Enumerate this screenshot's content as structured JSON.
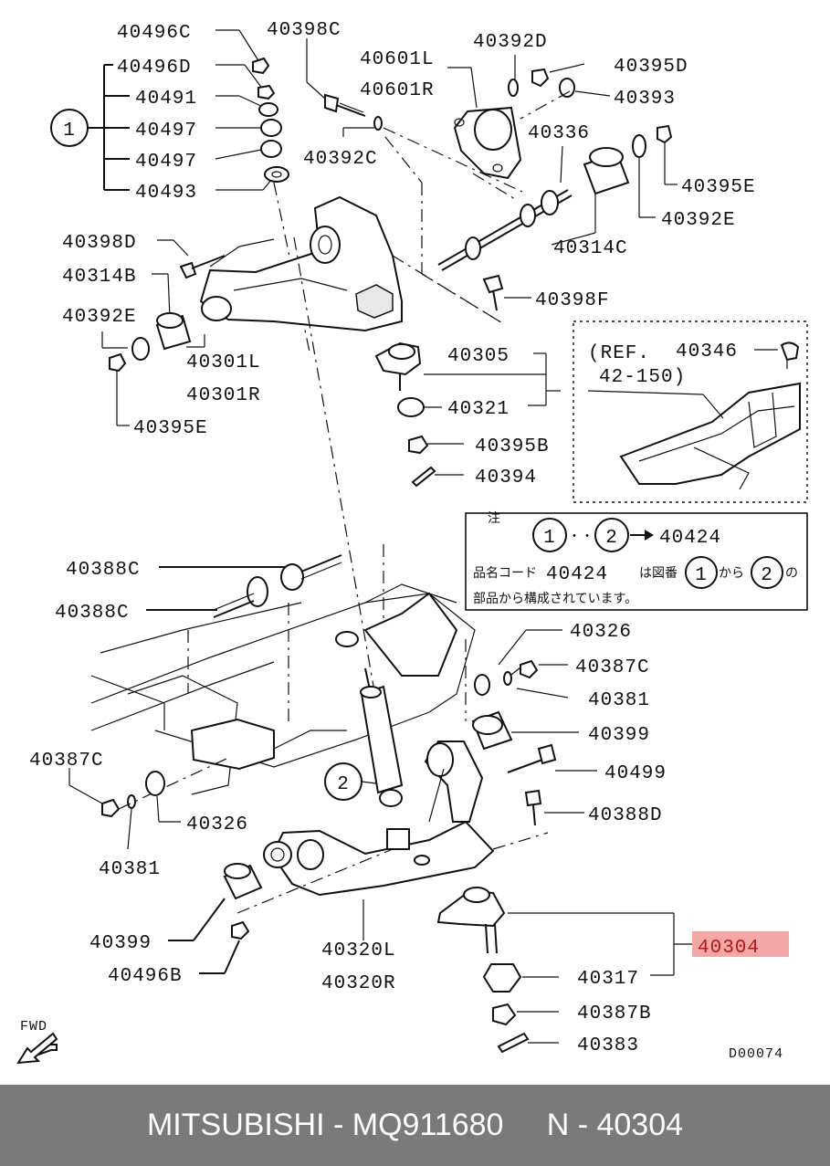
{
  "labels": {
    "p40496C": "40496C",
    "p40398C": "40398C",
    "p40392D": "40392D",
    "p40601L": "40601L",
    "p40601R": "40601R",
    "p40395D": "40395D",
    "p40496D": "40496D",
    "p40393": "40393",
    "p40491": "40491",
    "p40497a": "40497",
    "p40497b": "40497",
    "p40493": "40493",
    "p40336": "40336",
    "p40392C": "40392C",
    "p40395E_top": "40395E",
    "p40392E_top": "40392E",
    "p40314C": "40314C",
    "p40398D": "40398D",
    "p40314B": "40314B",
    "p40398F": "40398F",
    "p40392E_left": "40392E",
    "p40301L": "40301L",
    "p40301R": "40301R",
    "p40305": "40305",
    "p40395E_left": "40395E",
    "p40321": "40321",
    "p40395B": "40395B",
    "p40394": "40394",
    "p40346": "40346",
    "p40388C_a": "40388C",
    "p40388C_b": "40388C",
    "p40326_right": "40326",
    "p40387C_right": "40387C",
    "p40381_right": "40381",
    "p40399_right": "40399",
    "p40499": "40499",
    "p40387C_left": "40387C",
    "p40388D": "40388D",
    "p40326_left": "40326",
    "p40381_left": "40381",
    "p40399_left": "40399",
    "p40496B": "40496B",
    "p40320L": "40320L",
    "p40320R": "40320R",
    "p40304": "40304",
    "p40317": "40317",
    "p40387B": "40387B",
    "p40383": "40383",
    "circle1": "1",
    "circle2": "2",
    "fwd": "FWD",
    "drawing_code": "D00074"
  },
  "ref_box": {
    "line1": "(REF.",
    "line2": "42-150)"
  },
  "note_box": {
    "title": "注",
    "c1": "1",
    "dots": "・・・",
    "c2": "2",
    "arrow_target": "40424",
    "line2_prefix": "品名コード",
    "line2_code": "40424",
    "line2_mid": "は図番",
    "line2_c1": "1",
    "line2_kara": "から",
    "line2_c2": "2",
    "line2_end": "の",
    "line3": "部品から構成されています。"
  },
  "highlight_color": "#f4a7a7",
  "footer": {
    "text": "MITSUBISHI - MQ911680     N - 40304"
  }
}
